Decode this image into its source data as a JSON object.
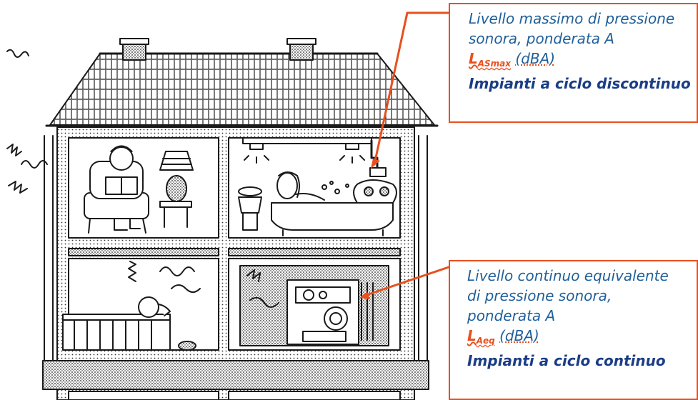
{
  "callouts": {
    "max_level": {
      "lines": [
        "Livello massimo di pressione",
        "sonora, ponderata A"
      ],
      "symbol": "L",
      "subscript": "ASmax",
      "unit": "(dBA)",
      "category": "Impianti a ciclo discontinuo"
    },
    "continuous_level": {
      "lines": [
        "Livello continuo equivalente",
        "di pressione sonora,",
        "ponderata A"
      ],
      "symbol": "L",
      "subscript": "Aeq",
      "unit": "(dBA)",
      "category": "Impianti a ciclo continuo"
    }
  },
  "colors": {
    "callout_border": "#e8501e",
    "arrow": "#e8501e",
    "callout_text": "#1f5f9a",
    "category_text": "#1a3d86",
    "symbol": "#e8501e",
    "line_art": "#1a1a1a"
  },
  "illustration": {
    "rooms": [
      "living-room",
      "bathroom",
      "bedroom",
      "utility-room"
    ]
  }
}
